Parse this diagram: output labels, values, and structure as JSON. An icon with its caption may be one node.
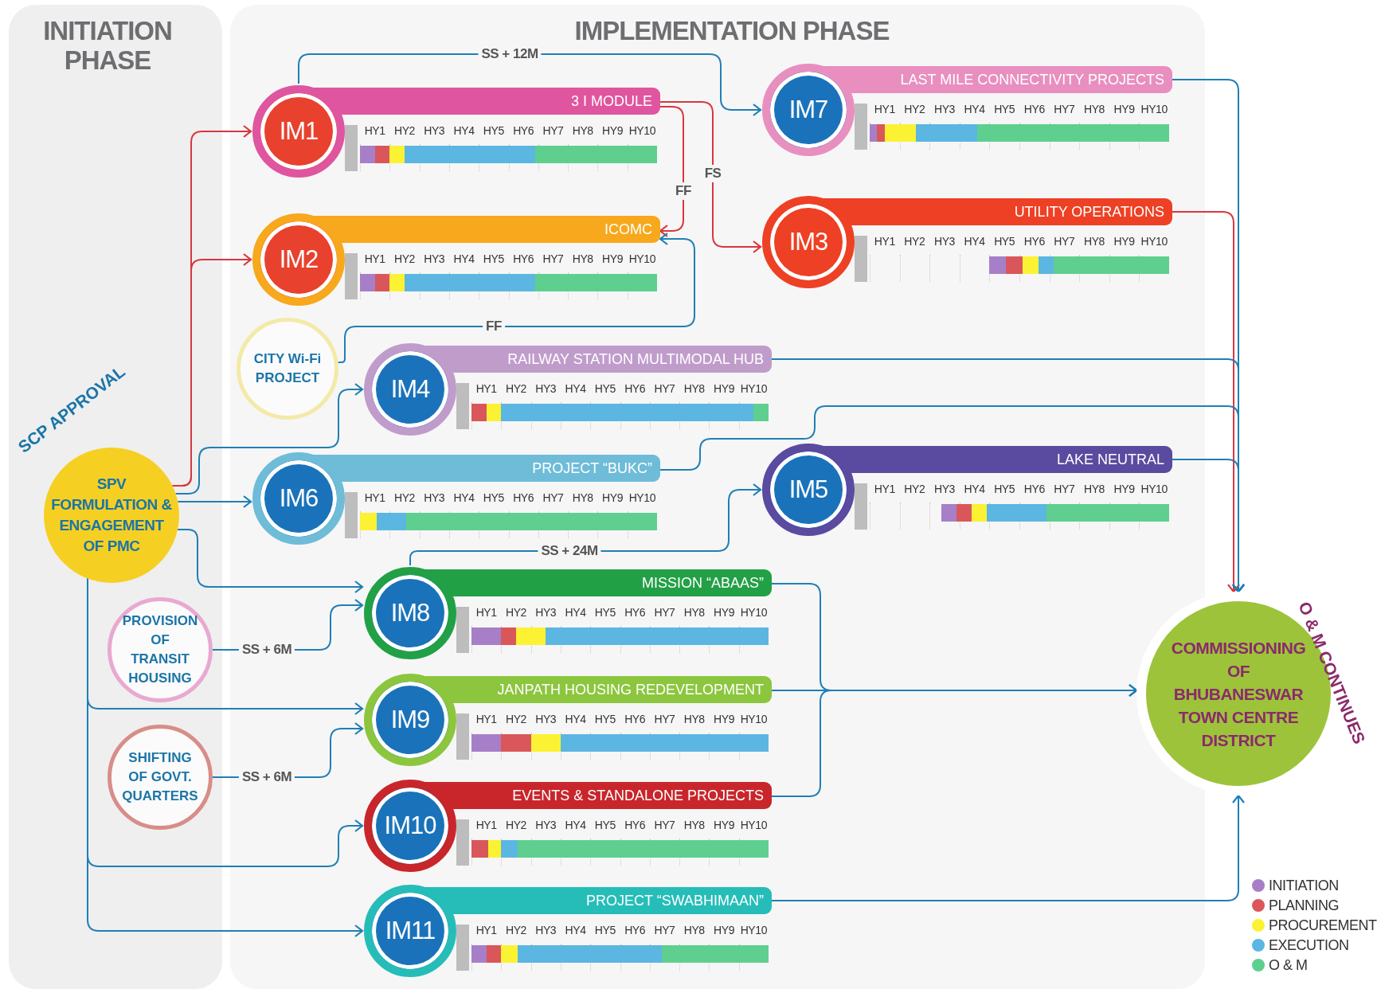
{
  "diagram": {
    "nodes": [
      {
        "text": [
          "INITIATION PHASE"
        ]
      },
      {
        "text": [
          "SCP APPROVAL",
          "SPV FORMULATION & ENGAGEMENT OF PMC"
        ],
        "in": 0
      },
      {
        "text": [
          "PROVISION OF TRANSIT HOUSING"
        ],
        "in": 0
      },
      {
        "text": [
          "SHIFTING OF GOVT. QUARTERS"
        ],
        "in": 0
      },
      {
        "text": [
          "IMPLEMENTATION PHASE"
        ]
      },
      {
        "text": [
          "IM1",
          "3 I MODULE",
          "HY1",
          "HY2",
          "HY3",
          "HY4",
          "HY5",
          "HY6",
          "HY7",
          "HY8",
          "HY9",
          "HY10"
        ],
        "in": 4
      },
      {
        "text": [
          "IM7",
          "LAST MILE CONNECTIVITY PROJECTS",
          "HY1",
          "HY2",
          "HY3",
          "HY4",
          "HY5",
          "HY6",
          "HY7",
          "HY8",
          "HY9",
          "HY10"
        ],
        "in": 4
      },
      {
        "text": [
          "IM2",
          "ICOMC",
          "HY1",
          "HY2",
          "HY3",
          "HY4",
          "HY5",
          "HY6",
          "HY7",
          "HY8",
          "HY9",
          "HY10"
        ],
        "in": 4
      },
      {
        "text": [
          "IM3",
          "UTILITY OPERATIONS",
          "HY1",
          "HY2",
          "HY3",
          "HY4",
          "HY5",
          "HY6",
          "HY7",
          "HY8",
          "HY9",
          "HY10"
        ],
        "in": 4
      },
      {
        "text": [
          "CITY Wi-Fi PROJECT"
        ],
        "in": 4
      },
      {
        "text": [
          "IM4",
          "RAILWAY STATION MULTIMODAL HUB",
          "HY1",
          "HY2",
          "HY3",
          "HY4",
          "HY5",
          "HY6",
          "HY7",
          "HY8",
          "HY9",
          "HY10"
        ],
        "in": 4
      },
      {
        "text": [
          "IM6",
          "PROJECT “BUKC”",
          "HY1",
          "HY2",
          "HY3",
          "HY4",
          "HY5",
          "HY6",
          "HY7",
          "HY8",
          "HY9",
          "HY10"
        ],
        "in": 4
      },
      {
        "text": [
          "IM5",
          "LAKE NEUTRAL",
          "HY1",
          "HY2",
          "HY3",
          "HY4",
          "HY5",
          "HY6",
          "HY7",
          "HY8",
          "HY9",
          "HY10"
        ],
        "in": 4
      },
      {
        "text": [
          "IM8",
          "MISSION “ABAAS”",
          "HY1",
          "HY2",
          "HY3",
          "HY4",
          "HY5",
          "HY6",
          "HY7",
          "HY8",
          "HY9",
          "HY10"
        ],
        "in": 4
      },
      {
        "text": [
          "IM9",
          "JANPATH HOUSING REDEVELOPMENT",
          "HY1",
          "HY2",
          "HY3",
          "HY4",
          "HY5",
          "HY6",
          "HY7",
          "HY8",
          "HY9",
          "HY10"
        ],
        "in": 4
      },
      {
        "text": [
          "IM10",
          "EVENTS & STANDALONE PROJECTS",
          "HY1",
          "HY2",
          "HY3",
          "HY4",
          "HY5",
          "HY6",
          "HY7",
          "HY8",
          "HY9",
          "HY10"
        ],
        "in": 4
      },
      {
        "text": [
          "IM11",
          "PROJECT “SWABHIMAAN”",
          "HY1",
          "HY2",
          "HY3",
          "HY4",
          "HY5",
          "HY6",
          "HY7",
          "HY8",
          "HY9",
          "HY10"
        ],
        "in": 4
      },
      {
        "text": [
          "COMMISSIONING OF BHUBANESWAR TOWN CENTRE DISTRICT",
          "O & M CONTINUES"
        ]
      }
    ],
    "edges": [
      {
        "from": 1,
        "to": 5,
        "arrow": "to",
        "color": "#d9363e"
      },
      {
        "from": 1,
        "to": 7,
        "arrow": "to",
        "color": "#d9363e"
      },
      {
        "from": 1,
        "to": 10,
        "arrow": "to"
      },
      {
        "from": 1,
        "to": 11,
        "arrow": "to"
      },
      {
        "from": 1,
        "to": 13,
        "arrow": "to"
      },
      {
        "from": 1,
        "to": 14,
        "arrow": "to"
      },
      {
        "from": 1,
        "to": 15,
        "arrow": "to"
      },
      {
        "from": 1,
        "to": 16,
        "arrow": "to"
      },
      {
        "from": 5,
        "to": 6,
        "arrow": "to",
        "label": "SS + 12M"
      },
      {
        "from": 5,
        "to": 7,
        "arrow": "to",
        "label": "FF",
        "color": "#d9363e"
      },
      {
        "from": 5,
        "to": 8,
        "arrow": "to",
        "label": "FS",
        "color": "#d9363e"
      },
      {
        "from": 9,
        "to": 7,
        "arrow": "to",
        "label": "FF"
      },
      {
        "from": 2,
        "to": 13,
        "arrow": "to",
        "label": "SS + 6M"
      },
      {
        "from": 3,
        "to": 14,
        "arrow": "to",
        "label": "SS + 6M"
      },
      {
        "from": 13,
        "to": 12,
        "arrow": "to",
        "label": "SS + 24M"
      },
      {
        "from": 6,
        "to": 17,
        "arrow": "to"
      },
      {
        "from": 8,
        "to": 17,
        "arrow": "to",
        "color": "#d9363e"
      },
      {
        "from": 10,
        "to": 17,
        "arrow": "to"
      },
      {
        "from": 11,
        "to": 17,
        "arrow": "to"
      },
      {
        "from": 12,
        "to": 17,
        "arrow": "to"
      },
      {
        "from": 13,
        "to": 17,
        "arrow": "to"
      },
      {
        "from": 14,
        "to": 17,
        "arrow": "to"
      },
      {
        "from": 15,
        "to": 17,
        "arrow": "to"
      },
      {
        "from": 16,
        "to": 17,
        "arrow": "to"
      }
    ],
    "legend": [
      {
        "text": "INITIATION",
        "color": "#a77fc8"
      },
      {
        "text": "PLANNING",
        "color": "#d9575a"
      },
      {
        "text": "PROCUREMENT",
        "color": "#fbf233"
      },
      {
        "text": "EXECUTION",
        "color": "#5bb6e2"
      },
      {
        "text": "O & M",
        "color": "#5fcf8f"
      }
    ]
  }
}
